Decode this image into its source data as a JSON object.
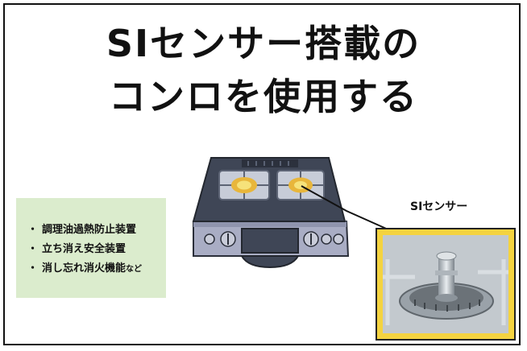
{
  "title": {
    "line1": "SIセンサー搭載の",
    "line2": "コンロを使用する"
  },
  "features": [
    {
      "bullet": "・",
      "text": "調理油過熱防止装置",
      "suffix": ""
    },
    {
      "bullet": "・",
      "text": "立ち消え安全装置",
      "suffix": ""
    },
    {
      "bullet": "・",
      "text": "消し忘れ消火機能",
      "suffix": "など"
    }
  ],
  "sensor": {
    "label": "SIセンサー"
  },
  "colors": {
    "feature_bg": "#dbeccd",
    "closeup_frame": "#f4d340",
    "flame_outer": "#e8b63b",
    "flame_inner": "#f6e27a",
    "stove_top": "#3f4656",
    "stove_body": "#a9adc4"
  }
}
